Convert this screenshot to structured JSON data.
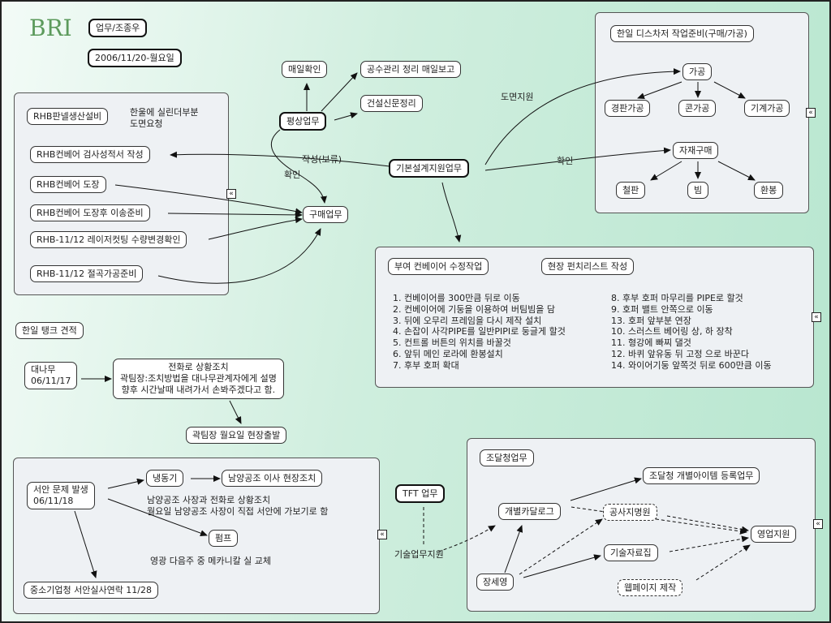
{
  "logo": "BRI",
  "header": {
    "owner": "업무/조종우",
    "date": "2006/11/20-월요일"
  },
  "center": {
    "main_node": "기본설계지원업무",
    "pyeongsang": "평상업무",
    "daily_check": "매일확인",
    "schedule_report": "공수관리 정리 매일보고",
    "news": "건설신문정리",
    "purchase": "구매업무",
    "label_write_hold": "작성(보류)",
    "label_confirm_left": "확인",
    "label_drawing_support": "도면지원",
    "label_confirm_right": "확인"
  },
  "rhb_group": {
    "items": [
      "RHB판넬생산설비",
      "RHB컨베어 검사성적서 작성",
      "RHB컨베어 도장",
      "RHB컨베어 도장후 이송준비",
      "RHB-11/12 레이저컷팅 수량변경확인",
      "RHB-11/12 절곡가공준비"
    ],
    "note": [
      "한울에 실린더부분",
      "도면요청"
    ]
  },
  "hanil_group": {
    "title": "한일 디스차저 작업준비(구매/가공)",
    "processing": "가공",
    "processing_children": [
      "경판가공",
      "콘가공",
      "기계가공"
    ],
    "material": "자재구매",
    "material_children": [
      "철판",
      "빔",
      "환봉"
    ]
  },
  "conveyor_group": {
    "title_left": "부여 컨베이어 수정작업",
    "title_right": "현장 펀치리스트 작성",
    "list_left": [
      "1. 컨베이어를 300만큼 뒤로 이동",
      "2. 컨베이어에 기둥을 이용하여 버팀빔을 담",
      "3. 뒤에 오무리 프레임을 다시 제작 설치",
      "4. 손잡이 사각PIPE를 일반PIPI로 둥글게 할것",
      "5. 컨트롤 버튼의 위치를 바꿀것",
      "6. 앞뒤 메인 로라에 환봉설치",
      "7. 후부 호퍼 확대"
    ],
    "list_right": [
      "8. 후부 호퍼 마무리를 PIPE로 할것",
      "9. 호퍼 밸트 안쪽으로 이동",
      "13. 호퍼 앞부분 연장",
      "10. 스러스트 베어링 상, 하 장착",
      "11. 형강에 빠찌 댈것",
      "12. 바퀴 앞유동  뒤 고정 으로 바꾼다",
      "14. 와이어기둥 앞쪽것 뒤로 600만큼 이동"
    ]
  },
  "tank": {
    "title": "한일 탱크 견적",
    "daenamu": [
      "대나무",
      "06/11/17"
    ],
    "call": [
      "전화로 상황조치",
      "곽팀장:조치방법을 대나무관계자에게 설명",
      "향후 시간날때 내려가서 손봐주겠다고 함."
    ],
    "departure": "곽팀장 월요일 현장출발"
  },
  "seoan_group": {
    "problem": [
      "서안 문제 발생",
      "06/11/18"
    ],
    "freezer": "냉동기",
    "namyang_action": "남양공조 이사 현장조치",
    "namyang_note": [
      "남양공조 사장과 전화로 상황조치",
      "월요일 남양공조 사장이 직접 서안에 가보기로 함"
    ],
    "pump": "펌프",
    "pump_note": "영광 다음주 중 메카니칼 실 교체",
    "sme": "중소기업청 서안실사연락 11/28"
  },
  "tft": {
    "node": "TFT 업무",
    "label": "기술업무지원"
  },
  "procurement_group": {
    "title": "조달청업무",
    "register": "조달청 개별아이템 등록업무",
    "catalog": "개별카달로그",
    "construction": "공사지명원",
    "sales": "영업지원",
    "tech_data": "기술자료집",
    "person": "장세영",
    "webpage": "웹페이지 제작"
  },
  "collapse_glyph": "«"
}
